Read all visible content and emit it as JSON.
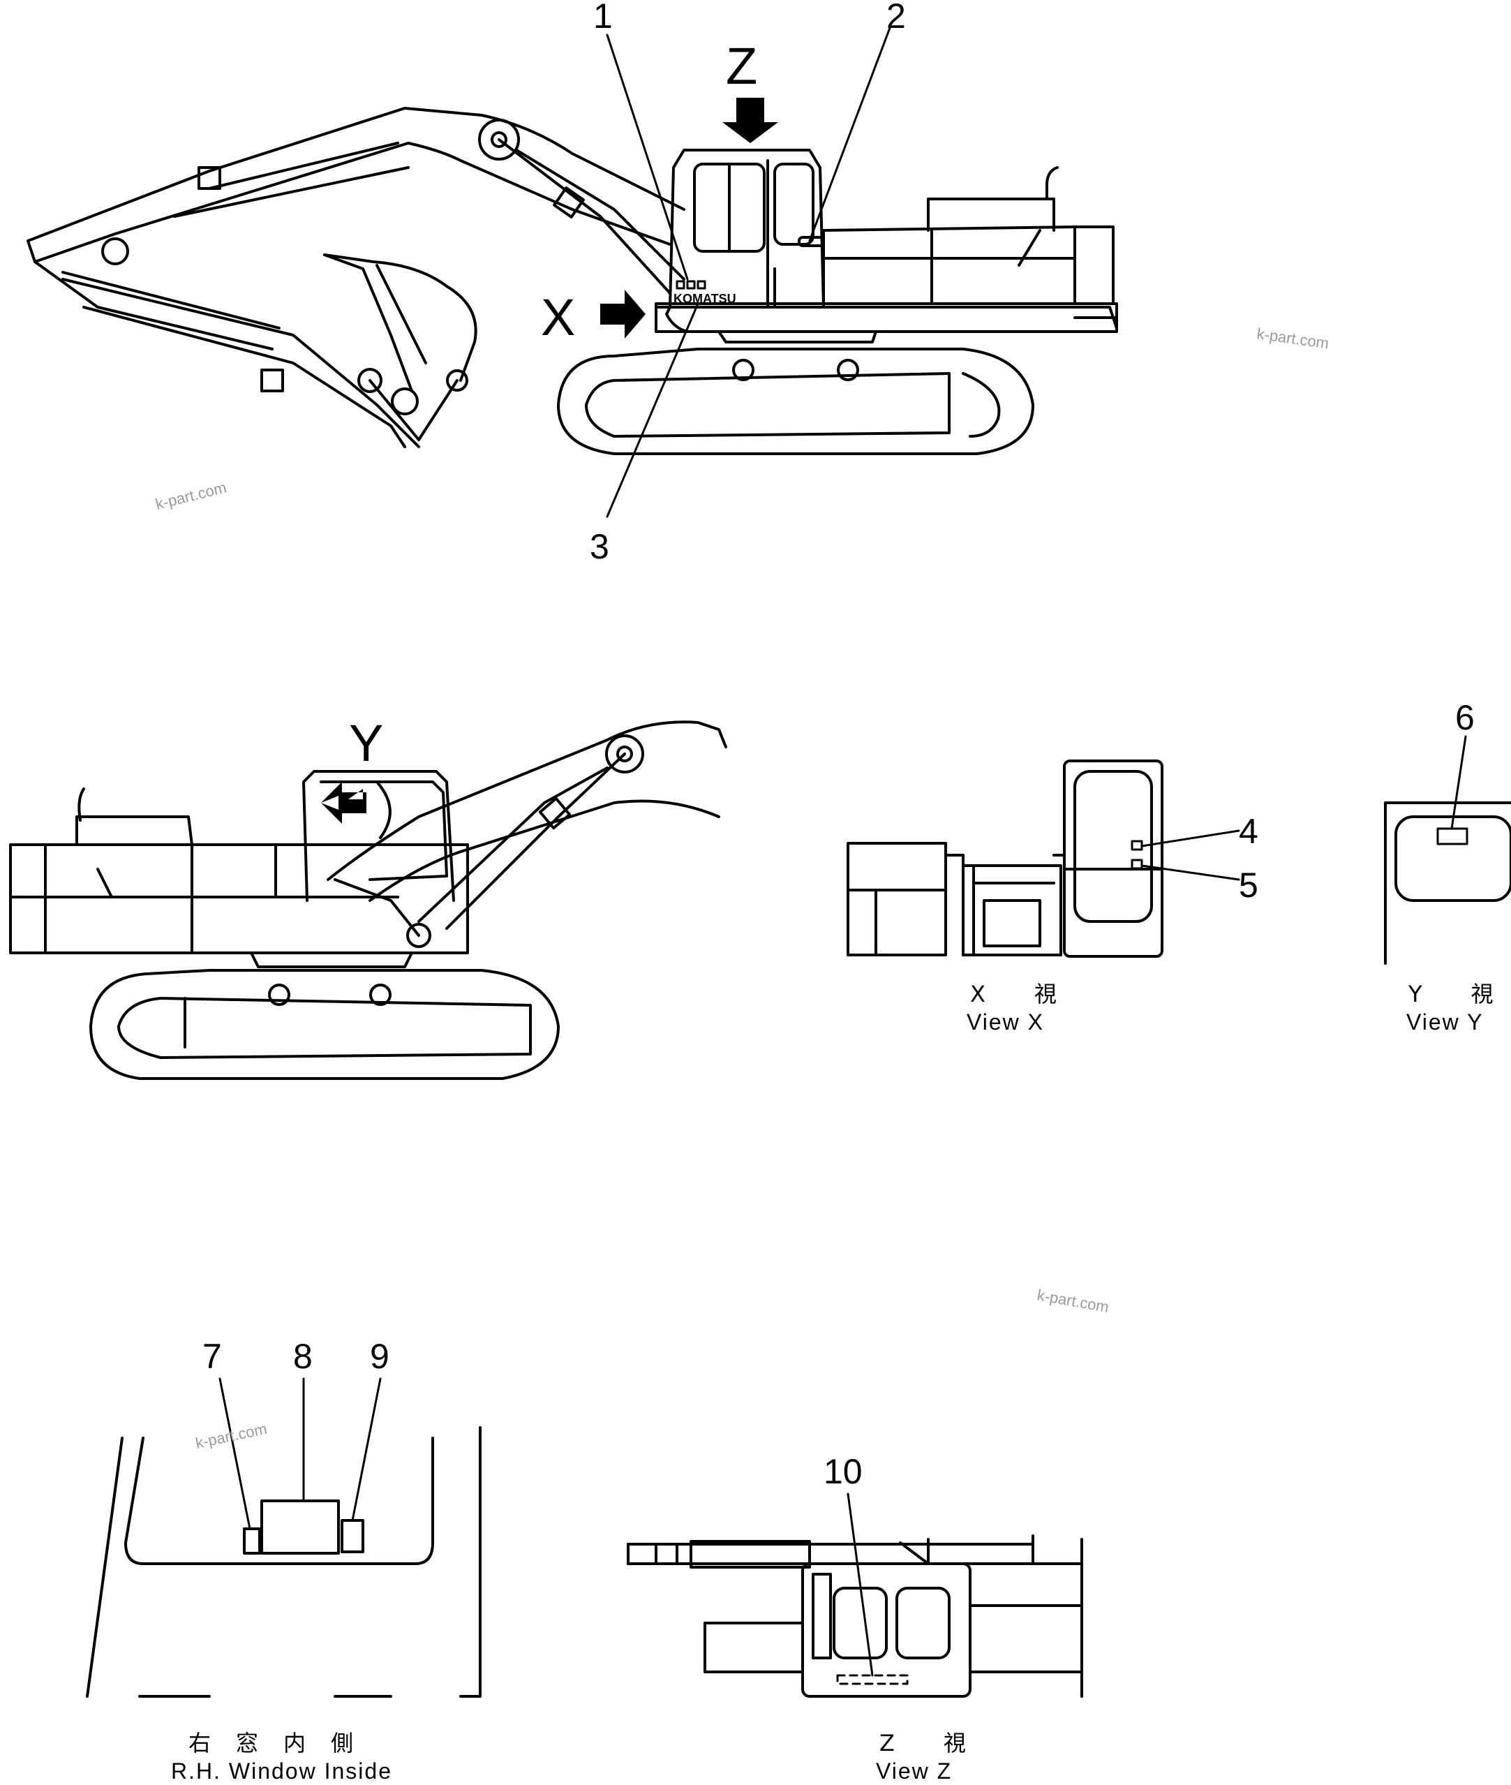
{
  "callouts": [
    "1",
    "2",
    "3",
    "4",
    "5",
    "6",
    "7",
    "8",
    "9",
    "10"
  ],
  "view_letters": {
    "z": "Z",
    "x": "X",
    "y": "Y"
  },
  "captions": {
    "view_x_jp": "X　　視",
    "view_x_en": "View X",
    "view_y_jp": "Y　　視",
    "view_y_en": "View Y",
    "rh_window_jp": "右　窓　内　側",
    "rh_window_en": "R.H. Window Inside",
    "view_z_jp": "Z　　視",
    "view_z_en": "View Z"
  },
  "decal_text": {
    "logo": "KOMATSU"
  },
  "watermarks": [
    "k-part.com",
    "k-part.com",
    "k-part.com",
    "k-part.com"
  ]
}
